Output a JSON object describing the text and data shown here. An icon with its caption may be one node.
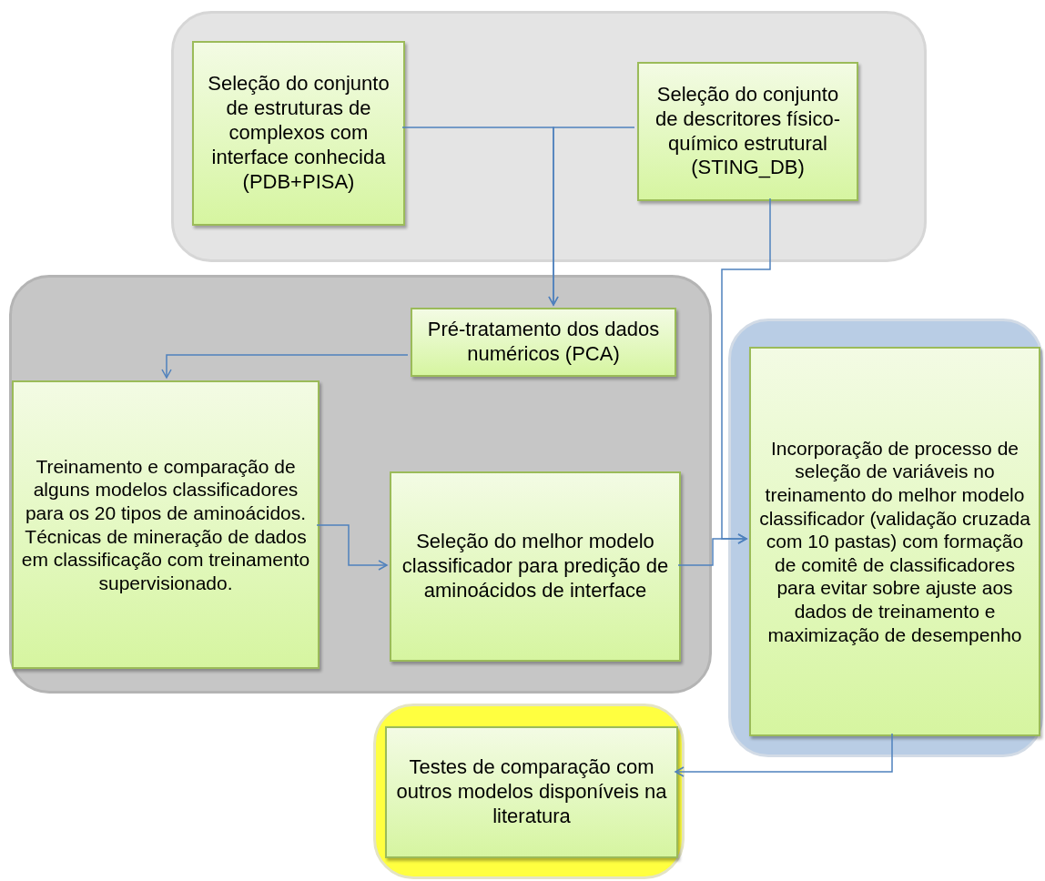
{
  "diagram": {
    "nodes": [
      {
        "text": [],
        "shape": "box"
      },
      {
        "text": [
          "Seleção do conjunto de estruturas de complexos com interface conhecida (PDB+PISA)"
        ],
        "in": 0
      },
      {
        "text": [
          "Seleção do conjunto de descritores físico-químico estrutural (STING_DB)"
        ],
        "in": 0
      },
      {
        "text": [],
        "shape": "box"
      },
      {
        "text": [
          "Pré-tratamento dos dados numéricos (PCA)"
        ],
        "in": 3
      },
      {
        "text": [
          "Treinamento e comparação de alguns modelos classificadores para os 20 tipos de aminoácidos. Técnicas de mineração de dados em classificação com treinamento supervisionado."
        ],
        "in": 3
      },
      {
        "text": [
          "Seleção do melhor modelo classificador para predição de aminoácidos de interface"
        ],
        "in": 3
      },
      {
        "text": [],
        "shape": "box"
      },
      {
        "text": [
          "Incorporação de processo de seleção de variáveis no treinamento do melhor modelo classificador (validação cruzada com 10 pastas) com formação de comitê de classificadores para evitar sobre ajuste aos dados de treinamento e maximização de desempenho"
        ],
        "in": 7
      },
      {
        "text": [],
        "shape": "box"
      },
      {
        "text": [
          "Testes de comparação com outros modelos disponíveis na literatura"
        ],
        "in": 9
      }
    ],
    "edges": [
      {
        "from": 1,
        "to": 4,
        "arrow": "to"
      },
      {
        "from": 2,
        "to": 4,
        "arrow": "to"
      },
      {
        "from": 2,
        "to": 8,
        "arrow": "to"
      },
      {
        "from": 4,
        "to": 5,
        "arrow": "to"
      },
      {
        "from": 5,
        "to": 6,
        "arrow": "to"
      },
      {
        "from": 6,
        "to": 8,
        "arrow": "to"
      },
      {
        "from": 8,
        "to": 10,
        "arrow": "to"
      }
    ]
  }
}
